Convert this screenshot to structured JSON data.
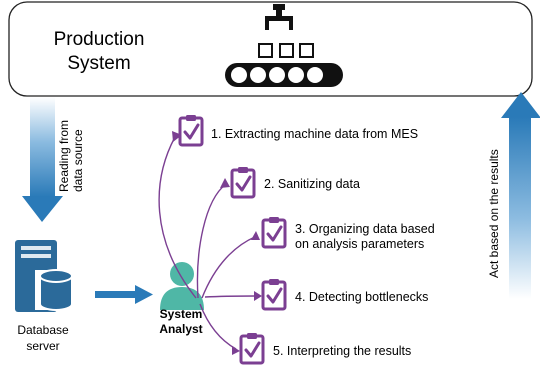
{
  "production_system": {
    "label_line1": "Production",
    "label_line2": "System"
  },
  "left_arrow": {
    "label_line1": "Reading from",
    "label_line2": "data source"
  },
  "right_arrow": {
    "label": "Act based on the results"
  },
  "database": {
    "label_line1": "Database",
    "label_line2": "server"
  },
  "analyst": {
    "label_line1": "System",
    "label_line2": "Analyst"
  },
  "steps": [
    {
      "label": "1. Extracting machine data from MES"
    },
    {
      "label": "2. Sanitizing data"
    },
    {
      "label_line1": "3. Organizing data based",
      "label_line2": "on analysis parameters"
    },
    {
      "label": "4. Detecting bottlenecks"
    },
    {
      "label": "5. Interpreting the results"
    }
  ],
  "colors": {
    "arrow_blue": "#2a7ab8",
    "task_purple": "#7b3f92",
    "analyst_teal": "#4fb7a6",
    "db_blue": "#2b6a9a"
  }
}
